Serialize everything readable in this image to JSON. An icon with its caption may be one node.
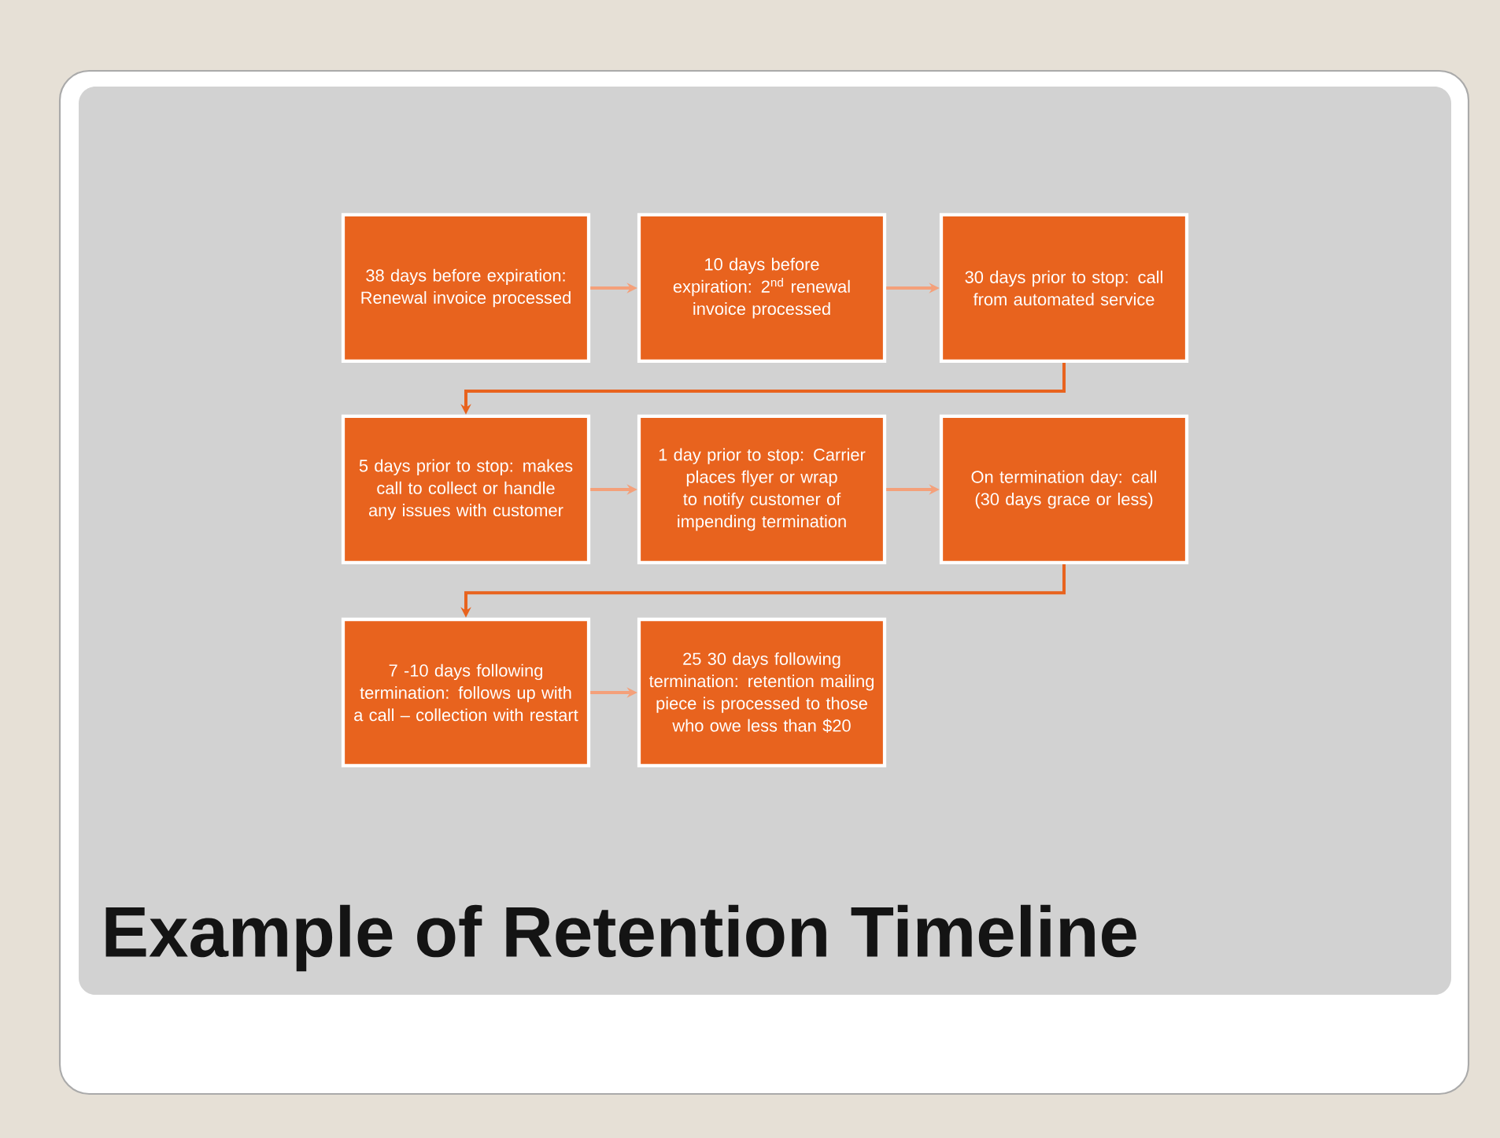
{
  "diagram": {
    "title": "Example of Retention Timeline",
    "nodes": [
      {
        "text": [
          "38 days before expiration: Renewal invoice processed"
        ]
      },
      {
        "text": [
          "10 days before expiration: 2$^{nd}$ renewal invoice processed"
        ]
      },
      {
        "text": [
          "30 days prior to stop: call from automated service"
        ]
      },
      {
        "text": [
          "5 days prior to stop: makes call to collect or handle any issues with customer"
        ]
      },
      {
        "text": [
          "1 day prior to stop: Carrier places flyer or wrap to notify customer of impending termination"
        ]
      },
      {
        "text": [
          "On termination day: call (30 days grace or less)"
        ]
      },
      {
        "text": [
          "7 -10 days following termination: follows up with a call – collection with restart"
        ]
      },
      {
        "text": [
          "25 30 days following termination: retention mailing piece is processed to those who owe less than $20"
        ]
      }
    ],
    "edges": [
      {
        "from": 0,
        "to": 1,
        "arrow": "to"
      },
      {
        "from": 1,
        "to": 2,
        "arrow": "to"
      },
      {
        "from": 2,
        "to": 3,
        "arrow": "to",
        "color": "#e8631e"
      },
      {
        "from": 3,
        "to": 4,
        "arrow": "to"
      },
      {
        "from": 4,
        "to": 5,
        "arrow": "to"
      },
      {
        "from": 5,
        "to": 6,
        "arrow": "to",
        "color": "#e8631e"
      },
      {
        "from": 6,
        "to": 7,
        "arrow": "to"
      }
    ]
  }
}
